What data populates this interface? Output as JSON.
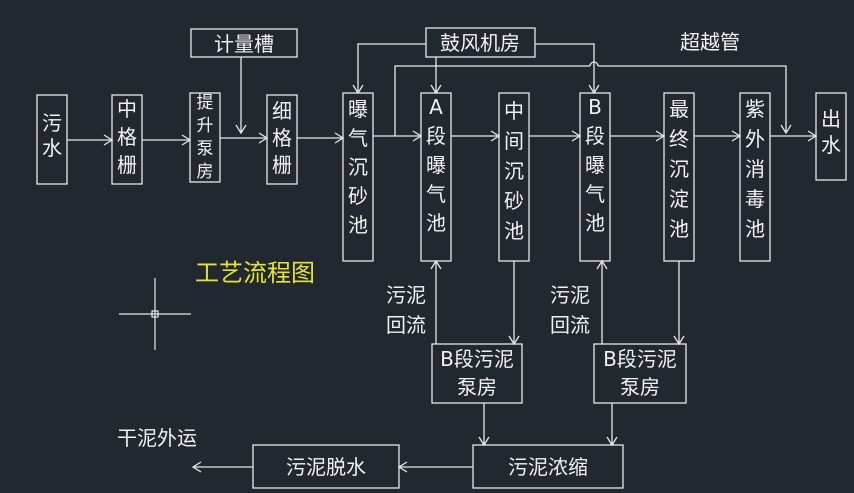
{
  "title": "工艺流程图",
  "units": {
    "wushui": "污水",
    "zhonggeshan": "中格栅",
    "tishengbengfang": "提升泵房",
    "xigeshan": "细格栅",
    "baoqichenshachi": "曝气沉砂池",
    "a_duan": "A段曝气池",
    "zhongjianchenshachi": "中间沉砂池",
    "b_duan": "B段曝气池",
    "zuizhongchendianchi": "最终沉淀池",
    "ziwaixiaodu": "紫外消毒池",
    "chushui": "出水",
    "jiliangcao": "计量槽",
    "gufengjifang": "鼓风机房",
    "b_wunibengfang_1": "B段污泥泵房",
    "b_wunibengfang_2": "B段污泥泵房",
    "wuninongsuo": "污泥浓缩",
    "wunituoshui": "污泥脱水"
  },
  "labels": {
    "chaoyueguan": "超越管",
    "wunihuiliu_1": "污泥回流",
    "wunihuiliu_2": "污泥回流",
    "ganniwaiyun": "干泥外运"
  },
  "colors": {
    "background": "#212830",
    "lines": "#e8e8e8",
    "title": "#e6e23a"
  }
}
